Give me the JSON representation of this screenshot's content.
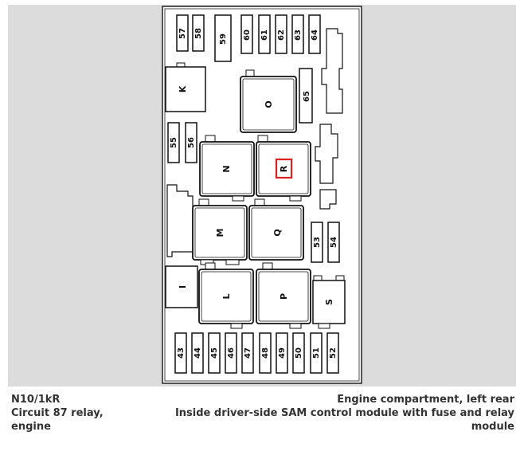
{
  "component": {
    "code": "N10/1kR",
    "name_line1": "Circuit 87 relay,",
    "name_line2": "engine"
  },
  "location": {
    "line1": "Engine compartment, left rear",
    "line2": "Inside driver-side SAM control module with fuse and relay",
    "line3": "module"
  },
  "fuses_top": [
    "57",
    "58",
    "59",
    "60",
    "61",
    "62",
    "63",
    "64"
  ],
  "fuse_65": "65",
  "fuses_mid_left": [
    "55",
    "56"
  ],
  "fuses_mid_right": [
    "53",
    "54"
  ],
  "fuses_bottom": [
    "43",
    "44",
    "45",
    "46",
    "47",
    "48",
    "49",
    "50",
    "51",
    "52"
  ],
  "relays": {
    "K": "K",
    "O": "O",
    "N": "N",
    "R": "R",
    "M": "M",
    "Q": "Q",
    "I": "I",
    "L": "L",
    "P": "P",
    "S": "S"
  },
  "highlight": {
    "relay": "R",
    "color": "#e02020"
  }
}
